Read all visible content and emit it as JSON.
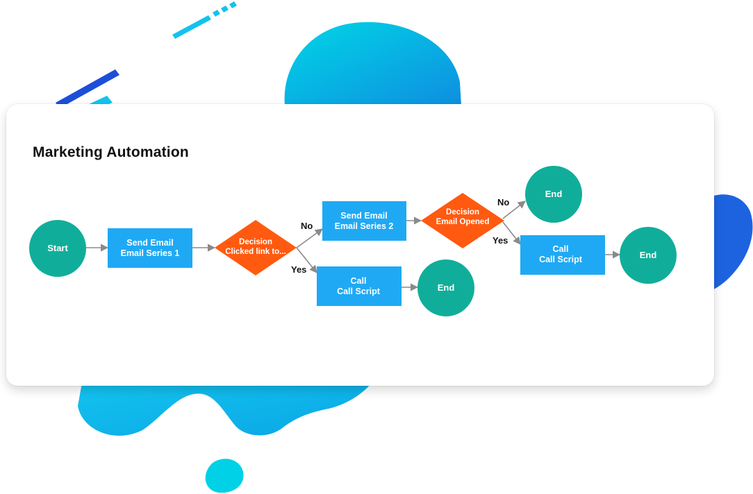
{
  "title": "Marketing Automation",
  "colors": {
    "terminal": "#10AE9A",
    "process": "#1FA9F4",
    "decision": "#FF5A10",
    "connector": "#8A8A8A",
    "blob_start": "#00D6E6",
    "blob_end": "#0E8FE0",
    "accent_dark": "#1D4ED8"
  },
  "nodes": {
    "start": {
      "label": "Start"
    },
    "send1": {
      "line1": "Send Email",
      "line2": "Email Series 1"
    },
    "decision1": {
      "line1": "Decision",
      "line2": "Clicked link to..."
    },
    "send2": {
      "line1": "Send Email",
      "line2": "Email Series 2"
    },
    "call1": {
      "line1": "Call",
      "line2": "Call Script"
    },
    "end1": {
      "label": "End"
    },
    "decision2": {
      "line1": "Decision",
      "line2": "Email Opened"
    },
    "end2": {
      "label": "End"
    },
    "call2": {
      "line1": "Call",
      "line2": "Call Script"
    },
    "end3": {
      "label": "End"
    }
  },
  "edge_labels": {
    "d1_no": "No",
    "d1_yes": "Yes",
    "d2_no": "No",
    "d2_yes": "Yes"
  }
}
